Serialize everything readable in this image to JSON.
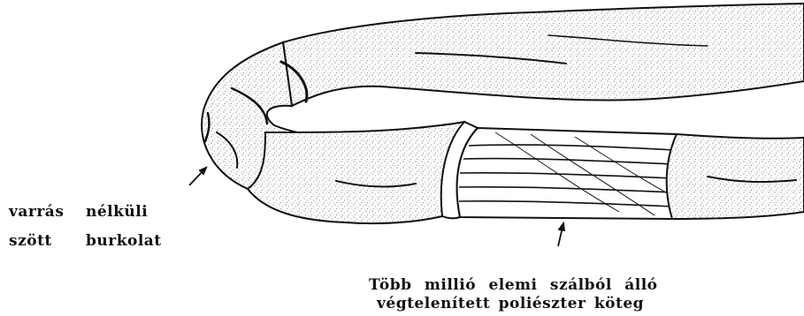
{
  "labels": {
    "cover": {
      "line1_word1": "varrás",
      "line1_word2": "nélküli",
      "line2_word1": "szött",
      "line2_word2": "burkolat"
    },
    "core": {
      "line1": "Több millió elemi szálból álló",
      "line2": "végtelenített poliészter köteg"
    }
  },
  "colors": {
    "ink": "#111111",
    "fabric_fill": "#ececec",
    "stipple": "#6a6a6a",
    "background": "#ffffff"
  }
}
